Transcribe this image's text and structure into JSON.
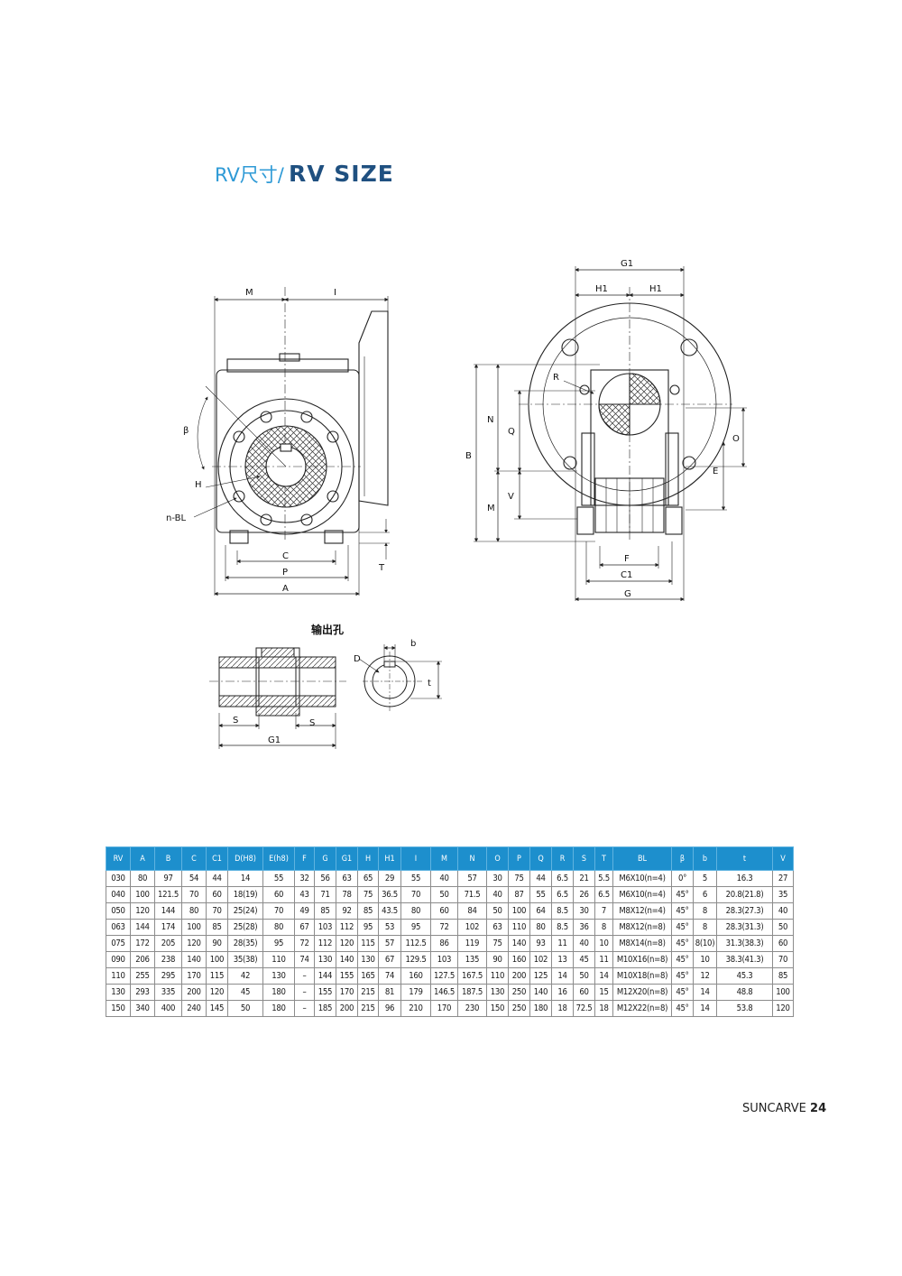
{
  "header": {
    "title_cn": "RV尺寸/",
    "title_en": "RV SIZE"
  },
  "drawing_labels": {
    "front": {
      "M": "M",
      "I": "I",
      "beta": "β",
      "H": "H",
      "nBL": "n-BL",
      "C": "C",
      "P": "P",
      "A": "A",
      "T": "T"
    },
    "side": {
      "G1": "G1",
      "H1a": "H1",
      "H1b": "H1",
      "R": "R",
      "N": "N",
      "Q": "Q",
      "B": "B",
      "M": "M",
      "V": "V",
      "O": "O",
      "E": "E",
      "F": "F",
      "C1": "C1",
      "G": "G"
    },
    "bore": {
      "title": "输出孔",
      "D": "D",
      "b": "b",
      "t": "t",
      "S1": "S",
      "S2": "S",
      "G1": "G1"
    }
  },
  "table": {
    "headers": [
      "RV",
      "A",
      "B",
      "C",
      "C1",
      "D(H8)",
      "E(h8)",
      "F",
      "G",
      "G1",
      "H",
      "H1",
      "I",
      "M",
      "N",
      "O",
      "P",
      "Q",
      "R",
      "S",
      "T",
      "BL",
      "β",
      "b",
      "t",
      "V"
    ],
    "rows": [
      [
        "030",
        "80",
        "97",
        "54",
        "44",
        "14",
        "55",
        "32",
        "56",
        "63",
        "65",
        "29",
        "55",
        "40",
        "57",
        "30",
        "75",
        "44",
        "6.5",
        "21",
        "5.5",
        "M6X10(n=4)",
        "0°",
        "5",
        "16.3",
        "27"
      ],
      [
        "040",
        "100",
        "121.5",
        "70",
        "60",
        "18(19)",
        "60",
        "43",
        "71",
        "78",
        "75",
        "36.5",
        "70",
        "50",
        "71.5",
        "40",
        "87",
        "55",
        "6.5",
        "26",
        "6.5",
        "M6X10(n=4)",
        "45°",
        "6",
        "20.8(21.8)",
        "35"
      ],
      [
        "050",
        "120",
        "144",
        "80",
        "70",
        "25(24)",
        "70",
        "49",
        "85",
        "92",
        "85",
        "43.5",
        "80",
        "60",
        "84",
        "50",
        "100",
        "64",
        "8.5",
        "30",
        "7",
        "M8X12(n=4)",
        "45°",
        "8",
        "28.3(27.3)",
        "40"
      ],
      [
        "063",
        "144",
        "174",
        "100",
        "85",
        "25(28)",
        "80",
        "67",
        "103",
        "112",
        "95",
        "53",
        "95",
        "72",
        "102",
        "63",
        "110",
        "80",
        "8.5",
        "36",
        "8",
        "M8X12(n=8)",
        "45°",
        "8",
        "28.3(31.3)",
        "50"
      ],
      [
        "075",
        "172",
        "205",
        "120",
        "90",
        "28(35)",
        "95",
        "72",
        "112",
        "120",
        "115",
        "57",
        "112.5",
        "86",
        "119",
        "75",
        "140",
        "93",
        "11",
        "40",
        "10",
        "M8X14(n=8)",
        "45°",
        "8(10)",
        "31.3(38.3)",
        "60"
      ],
      [
        "090",
        "206",
        "238",
        "140",
        "100",
        "35(38)",
        "110",
        "74",
        "130",
        "140",
        "130",
        "67",
        "129.5",
        "103",
        "135",
        "90",
        "160",
        "102",
        "13",
        "45",
        "11",
        "M10X16(n=8)",
        "45°",
        "10",
        "38.3(41.3)",
        "70"
      ],
      [
        "110",
        "255",
        "295",
        "170",
        "115",
        "42",
        "130",
        "–",
        "144",
        "155",
        "165",
        "74",
        "160",
        "127.5",
        "167.5",
        "110",
        "200",
        "125",
        "14",
        "50",
        "14",
        "M10X18(n=8)",
        "45°",
        "12",
        "45.3",
        "85"
      ],
      [
        "130",
        "293",
        "335",
        "200",
        "120",
        "45",
        "180",
        "–",
        "155",
        "170",
        "215",
        "81",
        "179",
        "146.5",
        "187.5",
        "130",
        "250",
        "140",
        "16",
        "60",
        "15",
        "M12X20(n=8)",
        "45°",
        "14",
        "48.8",
        "100"
      ],
      [
        "150",
        "340",
        "400",
        "240",
        "145",
        "50",
        "180",
        "–",
        "185",
        "200",
        "215",
        "96",
        "210",
        "170",
        "230",
        "150",
        "250",
        "180",
        "18",
        "72.5",
        "18",
        "M12X22(n=8)",
        "45°",
        "14",
        "53.8",
        "120"
      ]
    ]
  },
  "footer": {
    "brand": "SUNCARVE",
    "page": "24"
  },
  "colors": {
    "header_bg": "#1d8fcd",
    "title_cn": "#2e9ad6",
    "title_en": "#1f5080"
  }
}
